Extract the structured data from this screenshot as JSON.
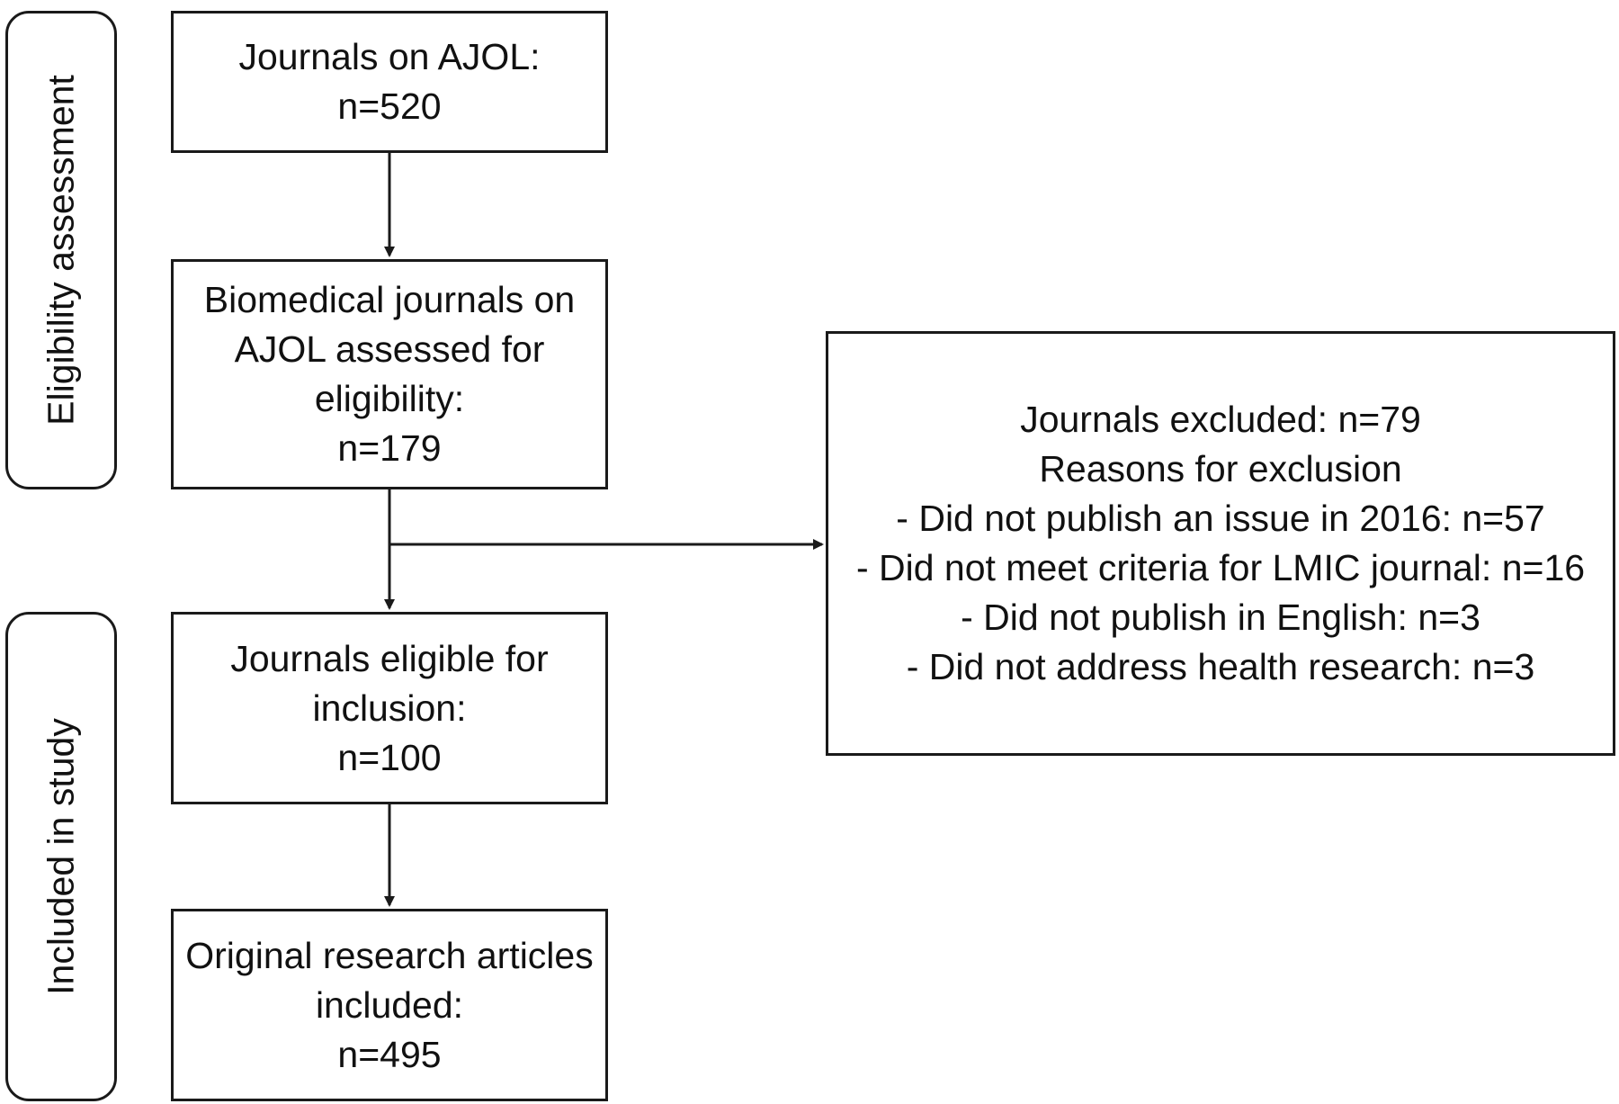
{
  "stages": {
    "eligibility": "Eligibility assessment",
    "included": "Included in study"
  },
  "boxes": {
    "journals_on_ajol": {
      "lines": [
        "Journals on AJOL:",
        "n=520"
      ]
    },
    "biomedical_assessed": {
      "lines": [
        "Biomedical journals on",
        "AJOL assessed for",
        "eligibility:",
        "n=179"
      ]
    },
    "eligible_for_inclusion": {
      "lines": [
        "Journals eligible for",
        "inclusion:",
        "n=100"
      ]
    },
    "original_research": {
      "lines": [
        "Original research articles",
        "included:",
        "n=495"
      ]
    },
    "excluded": {
      "lines": [
        "Journals excluded: n=79",
        "Reasons for exclusion",
        "- Did not publish an issue in 2016: n=57",
        "- Did not meet criteria for LMIC journal: n=16",
        "- Did not publish in English: n=3",
        "- Did not address health research: n=3"
      ]
    }
  },
  "colors": {
    "stroke": "#1a1a1a",
    "background": "#ffffff",
    "text": "#111111"
  }
}
